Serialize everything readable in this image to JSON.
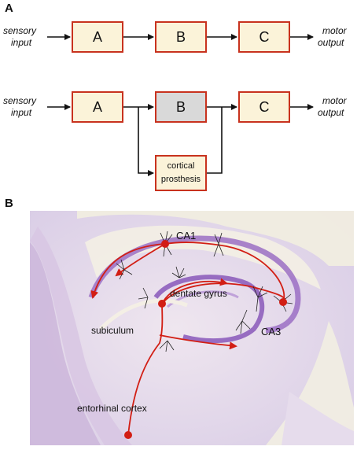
{
  "panel_a": {
    "letter": "A",
    "row1": {
      "input_label_line1": "sensory",
      "input_label_line2": "input",
      "boxes": [
        "A",
        "B",
        "C"
      ],
      "output_label_line1": "motor",
      "output_label_line2": "output"
    },
    "row2": {
      "input_label_line1": "sensory",
      "input_label_line2": "input",
      "boxes": [
        "A",
        "B",
        "C"
      ],
      "prosthesis_line1": "cortical",
      "prosthesis_line2": "prosthesis",
      "output_label_line1": "motor",
      "output_label_line2": "output"
    },
    "colors": {
      "box_border": "#c8321e",
      "box_fill": "#fbf3d9",
      "gray_fill": "#d9d9d9"
    }
  },
  "panel_b": {
    "letter": "B",
    "labels": {
      "ca1": "CA1",
      "ca3": "CA3",
      "dentate": "dentate gyrus",
      "subiculum": "subiculum",
      "entorhinal": "entorhinal cortex"
    },
    "colors": {
      "pathway": "#d21e14",
      "stain": "#9b6fc4",
      "tissue": "#ebe3f0"
    }
  }
}
